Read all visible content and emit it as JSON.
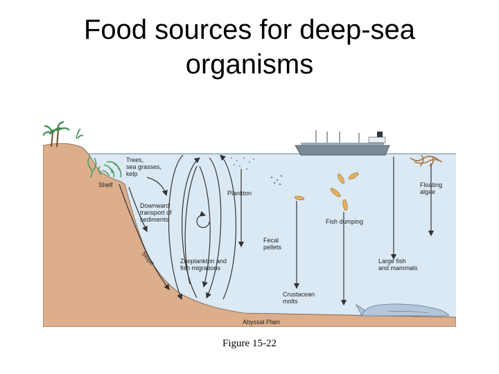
{
  "slide": {
    "title_line1": "Food sources for deep-sea",
    "title_line2": "organisms",
    "caption": "Figure 15-22"
  },
  "diagram": {
    "labels": {
      "trees_line1": "Trees,",
      "trees_line2": "sea grasses,",
      "trees_line3": "kelp",
      "shelf": "Shelf",
      "downward_line1": "Downward",
      "downward_line2": "transport of",
      "downward_line3": "sediments",
      "slope": "Slope",
      "plankton": "Plankton",
      "fecal_line1": "Fecal",
      "fecal_line2": "pellets",
      "zoo_line1": "Zooplankton and",
      "zoo_line2": "fish migrations",
      "fish_dumping": "Fish dumping",
      "floating_line1": "Floating",
      "floating_line2": "algae",
      "large_fish_line1": "Large fish",
      "large_fish_line2": "and mammals",
      "crustacean_line1": "Crustacean",
      "crustacean_line2": "molts",
      "abyssal_plain": "Abyssal Plain"
    },
    "colors": {
      "water": "#dbe9f4",
      "land": "#dcae8c",
      "ship_hull": "#7b8a96",
      "arrow": "#333333",
      "vegetation": "#4e9a63",
      "whale": "#b4c6dc",
      "fish": "#e4b25c"
    }
  }
}
